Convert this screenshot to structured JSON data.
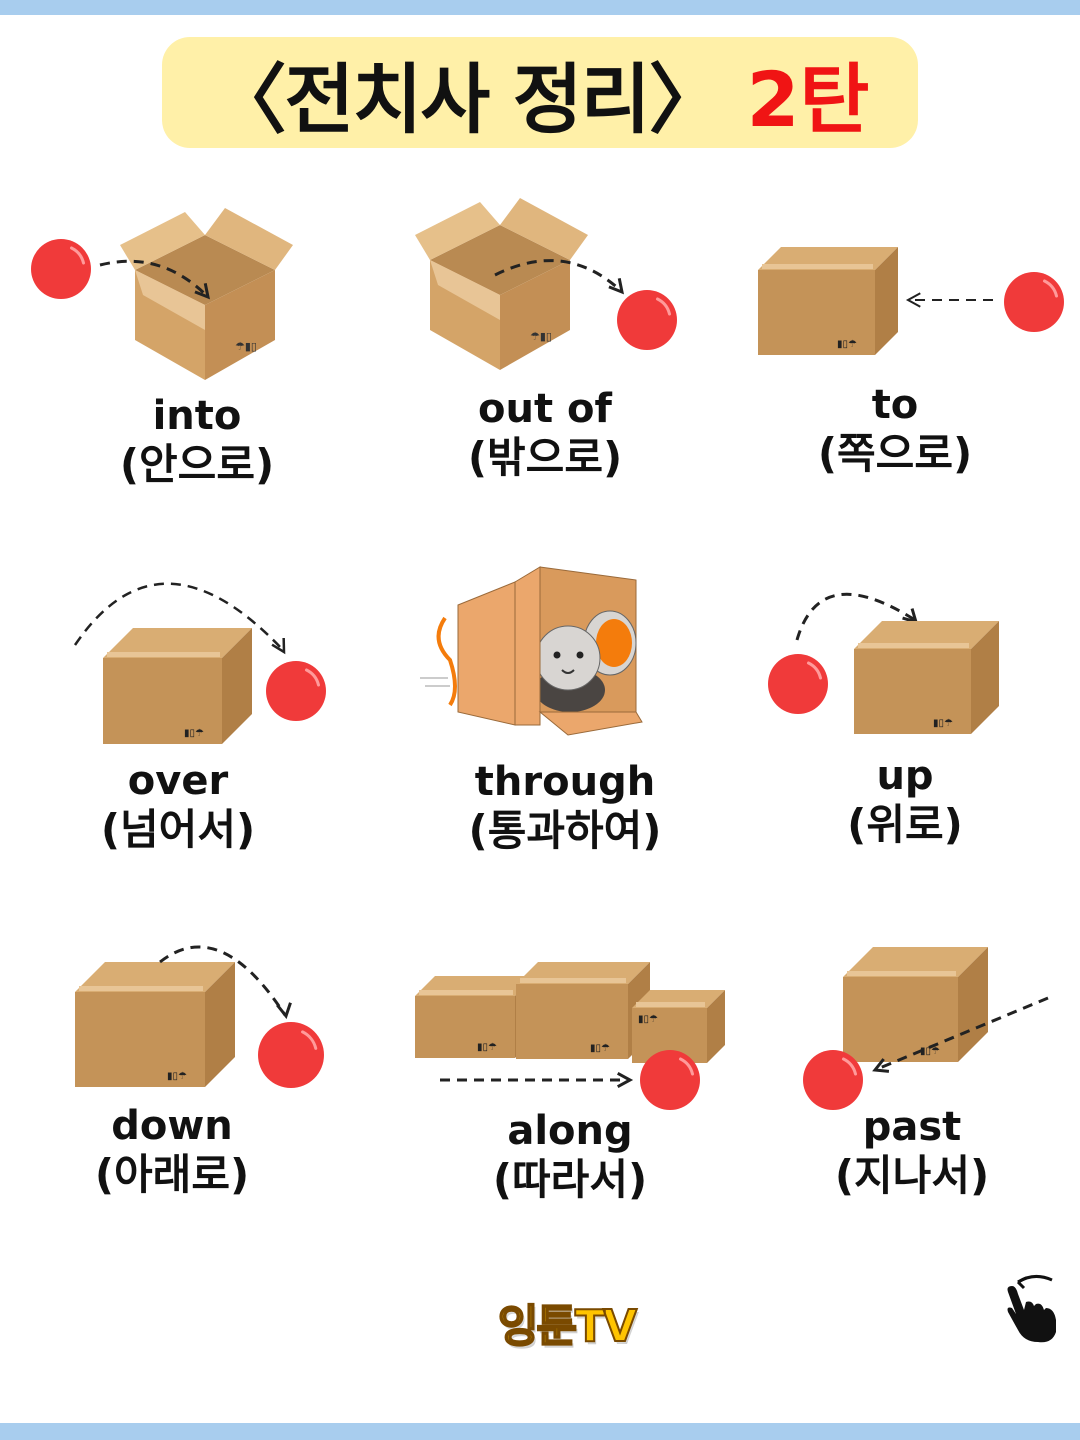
{
  "title": {
    "main": "〈전치사 정리〉",
    "accent": "2탄"
  },
  "colors": {
    "band": "#a8cdee",
    "title_bg": "#fff0a8",
    "accent": "#f01414",
    "ball": "#f03a3a",
    "box_front": "#c49358",
    "box_side": "#b07f46",
    "box_top": "#d9ad73"
  },
  "items": [
    {
      "en": "into",
      "ko": "(안으로)"
    },
    {
      "en": "out of",
      "ko": "(밖으로)"
    },
    {
      "en": "to",
      "ko": "(쪽으로)"
    },
    {
      "en": "over",
      "ko": "(넘어서)"
    },
    {
      "en": "through",
      "ko": "(통과하여)"
    },
    {
      "en": "up",
      "ko": "(위로)"
    },
    {
      "en": "down",
      "ko": "(아래로)"
    },
    {
      "en": "along",
      "ko": "(따라서)"
    },
    {
      "en": "past",
      "ko": "(지나서)"
    }
  ],
  "footer": {
    "logo": "잉툰TV",
    "icon": "swipe-hand-icon"
  }
}
